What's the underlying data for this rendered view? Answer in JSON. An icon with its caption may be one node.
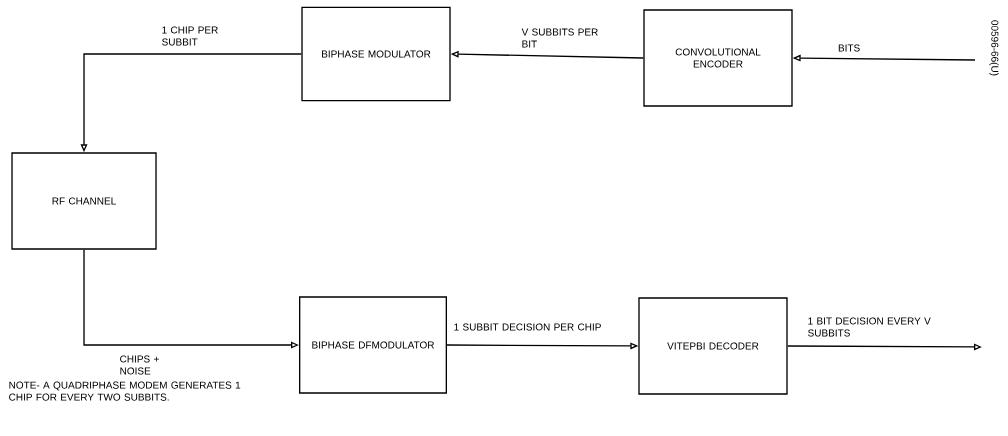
{
  "diagram": {
    "nodes": [
      {
        "text": [
          "BIPHASE MODULATOR"
        ]
      },
      {
        "text": [
          "CONVOLUTIONAL ENCODER"
        ]
      },
      {
        "text": [
          "RF CHANNEL"
        ]
      },
      {
        "text": [
          "BIPHASE DFMODULATOR"
        ]
      },
      {
        "text": [
          "VITEPBI DECODER"
        ]
      }
    ],
    "edges": [
      {
        "from": null,
        "to": 1,
        "arrow": "to",
        "label": "BITS"
      },
      {
        "from": 1,
        "to": 0,
        "arrow": "to",
        "label": "V SUBBITS PER BIT"
      },
      {
        "from": 0,
        "to": 2,
        "arrow": "to",
        "label": "1 CHIP PER SUBBIT"
      },
      {
        "from": 2,
        "to": 3,
        "arrow": "to",
        "label": "CHIPS + NOISE"
      },
      {
        "from": 3,
        "to": 4,
        "arrow": "to",
        "label": "1 SUBBIT DECISION PER CHIP"
      },
      {
        "from": 4,
        "to": null,
        "arrow": "to",
        "label": "1 BIT DECISION EVERY V SUBBITS"
      }
    ],
    "labels": [
      "00596-66(U)",
      "NOTE- A QUADRIPHASE MODEM GENERATES 1 CHIP FOR EVERY TWO SUBBITS."
    ]
  }
}
